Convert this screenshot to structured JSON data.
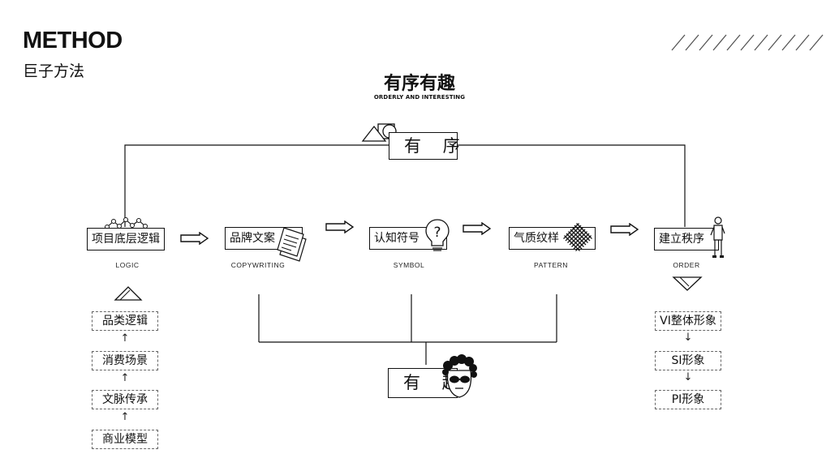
{
  "header": {
    "title": "METHOD",
    "subtitle": "巨子方法"
  },
  "hero": {
    "title": "有序有趣",
    "subtitle": "ORDERLY AND INTERESTING"
  },
  "top_node": {
    "label": "有 序"
  },
  "bottom_node": {
    "label": "有 趣"
  },
  "steps": [
    {
      "label": "项目底层逻辑",
      "en": "LOGIC"
    },
    {
      "label": "品牌文案",
      "en": "COPYWRITING"
    },
    {
      "label": "认知符号",
      "en": "SYMBOL"
    },
    {
      "label": "气质纹样",
      "en": "PATTERN"
    },
    {
      "label": "建立秩序",
      "en": "ORDER"
    }
  ],
  "logic_stack": [
    "品类逻辑",
    "消费场景",
    "文脉传承",
    "商业模型"
  ],
  "order_stack": [
    "VI整体形象",
    "SI形象",
    "PI形象"
  ],
  "arrows": {
    "up": "↑",
    "down": "↓"
  },
  "icons": {
    "decor": "diagonal-stripes-icon",
    "shapes": "shapes-icon",
    "network": "network-icon",
    "documents": "documents-icon",
    "bulb": "lightbulb-icon",
    "pattern": "diamond-pattern-icon",
    "person": "standing-person-icon",
    "face": "sunglasses-face-icon",
    "flow": "double-arrow-icon",
    "triangle_up": "triangle-up-icon",
    "triangle_down": "triangle-down-icon"
  },
  "colors": {
    "ink": "#111111",
    "paper": "#ffffff",
    "dash": "#666666"
  }
}
